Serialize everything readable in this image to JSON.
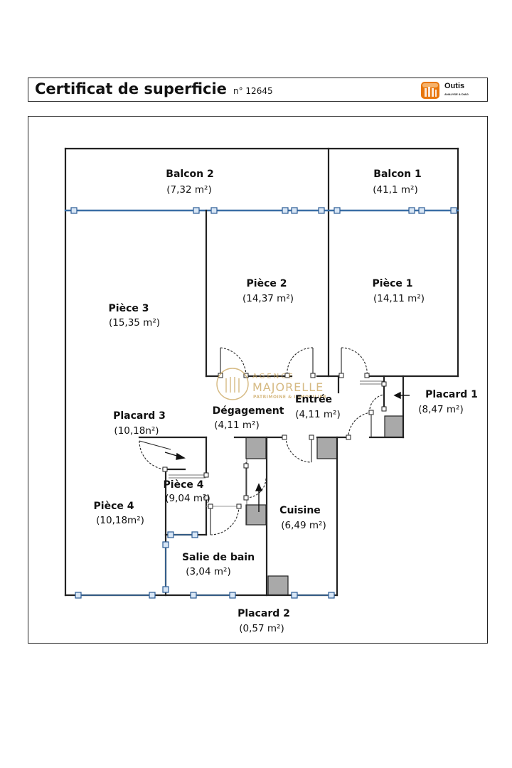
{
  "header": {
    "title": "Certificat de superficie",
    "number": "n° 12645",
    "brand_name": "Outis",
    "brand_tagline": "ANALYSE & DIAG"
  },
  "watermark": {
    "line1": "AGENCE",
    "line2": "MAJORELLE",
    "line3": "PATRIMOINE & IMMOBILIER"
  },
  "rooms": {
    "balcon2": {
      "name": "Balcon 2",
      "area": "(7,32 m²)"
    },
    "balcon1": {
      "name": "Balcon 1",
      "area": "(41,1 m²)"
    },
    "piece2": {
      "name": "Pièce 2",
      "area": "(14,37 m²)"
    },
    "piece1": {
      "name": "Pièce 1",
      "area": "(14,11 m²)"
    },
    "piece3": {
      "name": "Pièce 3",
      "area": "(15,35 m²)"
    },
    "placard1": {
      "name": "Placard 1",
      "area": "(8,47 m²)"
    },
    "placard3": {
      "name": "Placard 3",
      "area": "(10,18n²)"
    },
    "degagement": {
      "name": "Dégagement",
      "area": "(4,11 m²)"
    },
    "entree": {
      "name": "Entrée",
      "area": "(4,11 m²)"
    },
    "piece4_small": {
      "name": "Pièce 4",
      "area": "(9,04 m²)"
    },
    "piece4": {
      "name": "Pièce 4",
      "area": "(10,18m²)"
    },
    "cuisine": {
      "name": "Cuisine",
      "area": "(6,49 m²)"
    },
    "salle_de_bain": {
      "name": "Salie de bain",
      "area": "(3,04 m²)"
    },
    "placard2": {
      "name": "Placard 2",
      "area": "(0,57 m²)"
    }
  },
  "colors": {
    "wall": "#222222",
    "window": "#3a6ea5",
    "fixture": "#a9a9a9",
    "accent": "#e8760c",
    "watermark": "#c9a35a"
  }
}
